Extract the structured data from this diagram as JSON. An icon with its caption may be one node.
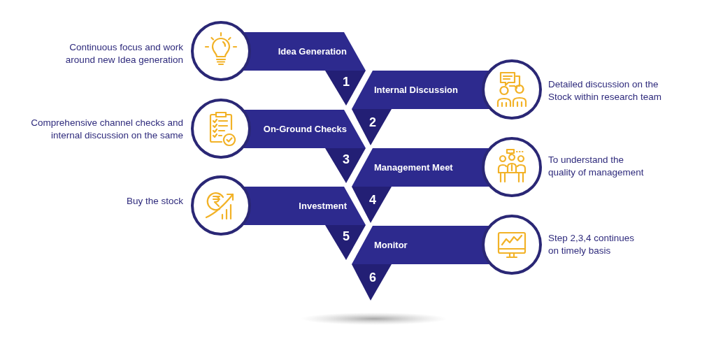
{
  "diagram": {
    "nodes": [
      {
        "text": [
          "Idea Generation"
        ],
        "beside": [
          "Continuous focus and work around new Idea generation"
        ]
      },
      {
        "text": [
          "1"
        ]
      },
      {
        "text": [
          "Internal Discussion"
        ],
        "beside": [
          "Detailed discussion on the Stock within research team"
        ]
      },
      {
        "text": [
          "2"
        ]
      },
      {
        "text": [
          "On-Ground Checks"
        ],
        "beside": [
          "Comprehensive channel checks and internal discussion on the same"
        ]
      },
      {
        "text": [
          "3"
        ]
      },
      {
        "text": [
          "Management Meet"
        ],
        "beside": [
          "To understand the quality of management"
        ]
      },
      {
        "text": [
          "4"
        ]
      },
      {
        "text": [
          "Investment"
        ],
        "beside": [
          "Buy the stock"
        ]
      },
      {
        "text": [
          "5"
        ]
      },
      {
        "text": [
          "Monitor"
        ],
        "beside": [
          "Step 2,3,4 continues on timely basis"
        ]
      },
      {
        "text": [
          "6"
        ]
      }
    ]
  }
}
